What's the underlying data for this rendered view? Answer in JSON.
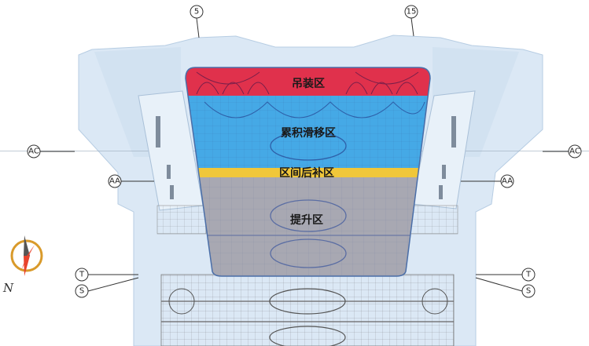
{
  "zones": {
    "hoisting": "吊装区",
    "sliding": "累积滑移区",
    "makeup": "区间后补区",
    "lifting": "提升区"
  },
  "axes": {
    "top_left": "5",
    "top_right": "15",
    "ac": "AC",
    "aa": "AA",
    "t": "T",
    "s": "S"
  },
  "compass": {
    "label": "N"
  },
  "colors": {
    "hoisting": "#e0314c",
    "sliding": "#45a9e6",
    "makeup": "#f0c73a",
    "lifting": "#a8a8b2",
    "building": "#d6e6f4",
    "compass_ring": "#d99a2b",
    "compass_needle": "#e8432d"
  }
}
